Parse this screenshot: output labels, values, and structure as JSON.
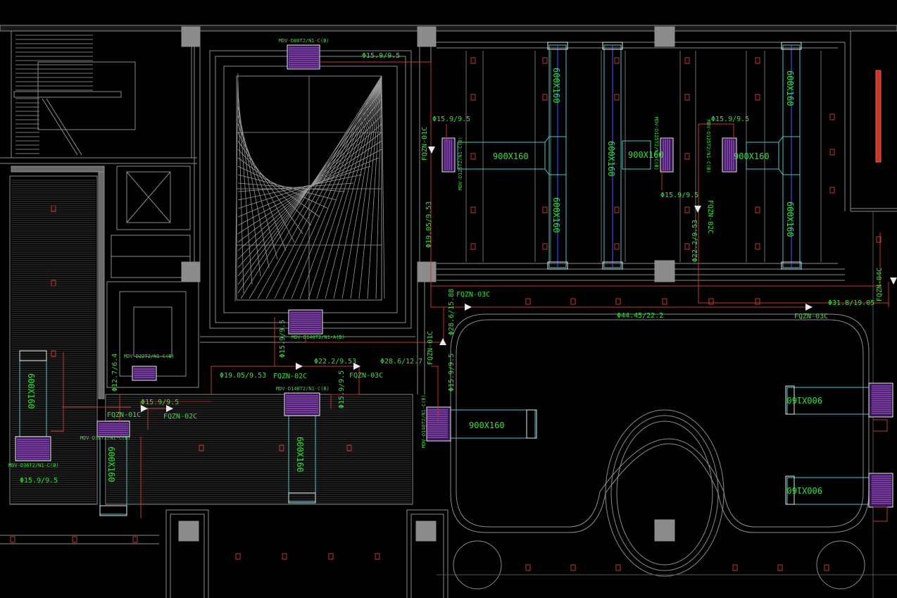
{
  "colors": {
    "background": "#000000",
    "wall": "#8c8c8c",
    "pipe": "#c0392b",
    "text": "#36e03a",
    "duct": "#48c8c8",
    "unit": "#9a3fd0",
    "white": "#e8e8e8"
  },
  "units": {
    "top_center": "MDV-D80T2/N1-C(B)",
    "right_room_1": "MDV-D125T2/N1-C(B)",
    "right_room_2": "MDV-D125T2/N1-C(B)",
    "right_room_3": "MDV-D125T2/N1-C(B)",
    "mid_center": "MDV-D140T2/N1-A(B)",
    "left_small": "MDV-D22T2/N1-C(B)",
    "lower_center": "MDV-D140T2/N1-C(B)",
    "lower_left": "MDV-D32T2/N1-C(B)",
    "left_far": "MDV-D36T2/N1-C(B)",
    "hall_left": "MDV-D140T2/N1-C(B)"
  },
  "branches": {
    "b1": "FQZN-03C",
    "b2": "FQZN-03C",
    "b3": "FQZN-03C",
    "b4": "FQZN-02C",
    "b5": "FQZN-01C",
    "b6": "FQZN-02C",
    "b7": "FQZN-01C",
    "b8": "FQZN-02C",
    "b9": "FQZN-01C",
    "b10": "FQZN-04C"
  },
  "pipe_sizes": {
    "p1": "Φ15.9/9.5",
    "p2": "Φ15.9/9.5",
    "p3": "Φ15.9/9.5",
    "p4": "Φ15.9/9.5",
    "p5": "Φ19.05/9.53",
    "p6": "Φ22.2/9.53",
    "p7": "Φ28.6/15.88",
    "p8": "Φ44.45/22.2",
    "p9": "Φ31.8/19.05",
    "p10": "Φ19.05/9.53",
    "p11": "Φ22.2/9.53",
    "p12": "Φ28.6/12.7",
    "p13": "Φ15.9/9.5",
    "p14": "Φ15.9/9.5",
    "p15": "Φ15.9/9.5",
    "p16": "Φ15.9/9.5",
    "p17": "Φ15.9/9.5",
    "p18": "Φ12.7/6.4"
  },
  "ducts": {
    "d1": "900X160",
    "d2": "900X160",
    "d3": "600X160",
    "d4": "600X160",
    "d5": "600X160",
    "d6": "600X160",
    "d7": "600X160",
    "d8": "600X160",
    "d9": "900X160",
    "d10": "900X160",
    "d11": "900X160",
    "d12": "900X160",
    "d13": "600X160",
    "d14": "600X160"
  }
}
